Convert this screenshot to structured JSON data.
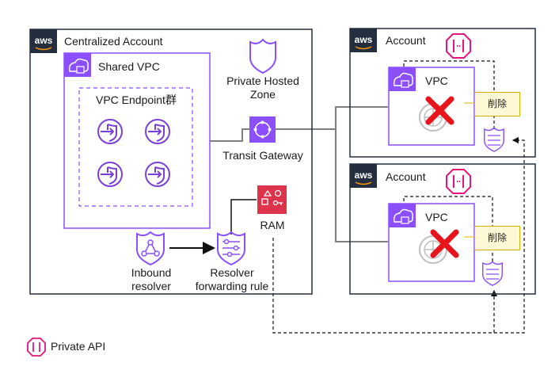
{
  "centralized": {
    "title": "Centralized Account",
    "shared_vpc_label": "Shared VPC",
    "endpoints_label": "VPC Endpoint群",
    "private_hosted_zone_label": "Private Hosted\nZone",
    "transit_gateway_label": "Transit Gateway",
    "ram_label": "RAM",
    "inbound_resolver_label": "Inbound\nresolver",
    "forwarding_rule_label": "Resolver\nforwarding rule"
  },
  "accounts": [
    {
      "title": "Account",
      "vpc_label": "VPC",
      "delete_label": "削除"
    },
    {
      "title": "Account",
      "vpc_label": "VPC",
      "delete_label": "削除"
    }
  ],
  "aws_badge": "aws",
  "legend": {
    "private_api_label": "Private API"
  },
  "colors": {
    "border": "#232f3e",
    "vpc": "#8c4fff",
    "endpoint": "#7a3fd6",
    "api_gateway": "#e7157b",
    "ram": "#dd344c",
    "delete_x": "#e8141c",
    "connector": "#7f7f7f",
    "callout_bg": "#fff8d6",
    "callout_border": "#e0b000"
  }
}
